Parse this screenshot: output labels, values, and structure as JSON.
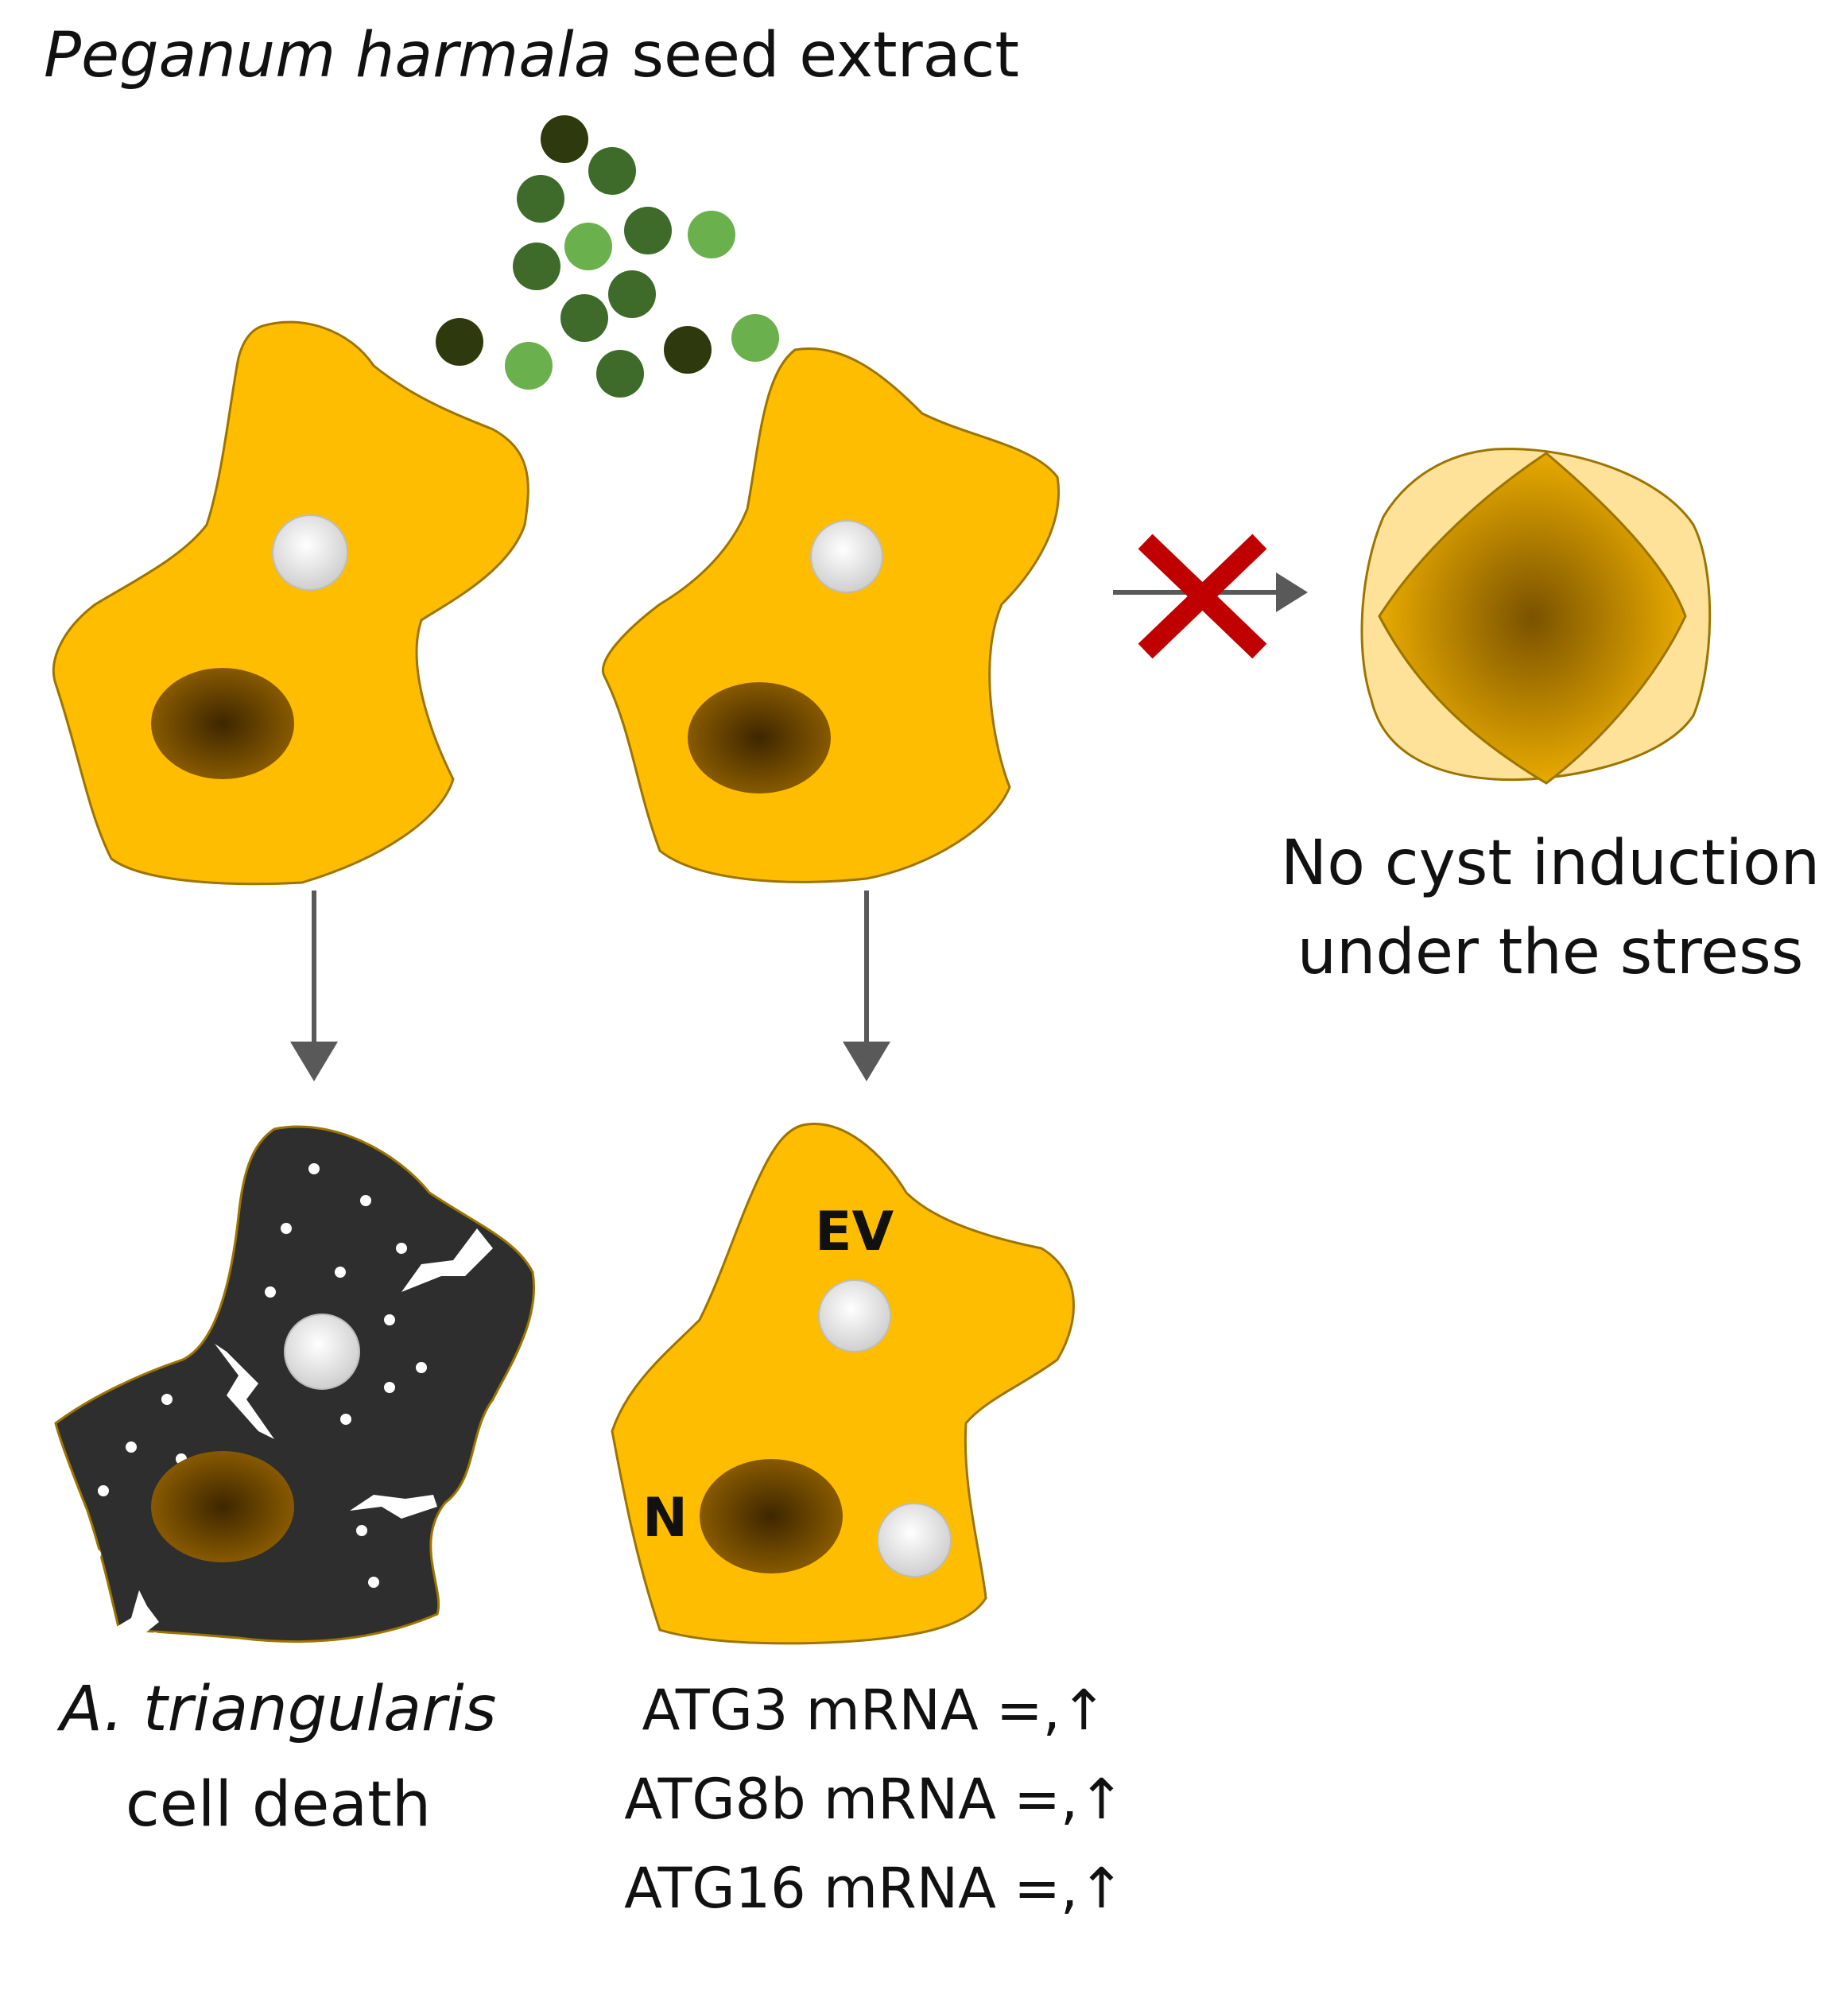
{
  "title": {
    "species_italic": "Peganum harmala",
    "rest": "seed extract"
  },
  "outcome_right": {
    "line1": "No cyst induction",
    "line2": "under the stress"
  },
  "outcome_left": {
    "line1": "A. triangularis",
    "line2": "cell death"
  },
  "cell_labels": {
    "vacuole": "EV",
    "nucleus": "N"
  },
  "mrna": [
    "ATG3 mRNA =,↑",
    "ATG8b mRNA =,↑",
    "ATG16 mRNA =,↑"
  ],
  "colors": {
    "cell": "#FFBD00",
    "cell_outline": "#9C7400",
    "dead_cell": "#2E2E2E",
    "nucleus_center": "#3D2600",
    "nucleus_edge": "#8F5F00",
    "vacuole": "#E2E2E2",
    "arrow": "#595959",
    "cross": "#C00000",
    "cyst_halo": "#FFE29A",
    "dot_dark": "#2E3A0E",
    "dot_mid": "#3E6B2A",
    "dot_light": "#6AB04C"
  },
  "icons": {
    "inhibited_arrow": "x-cross-icon",
    "process_arrow": "arrow-down-icon",
    "membrane_rupture": "lightning-crack-icon"
  }
}
